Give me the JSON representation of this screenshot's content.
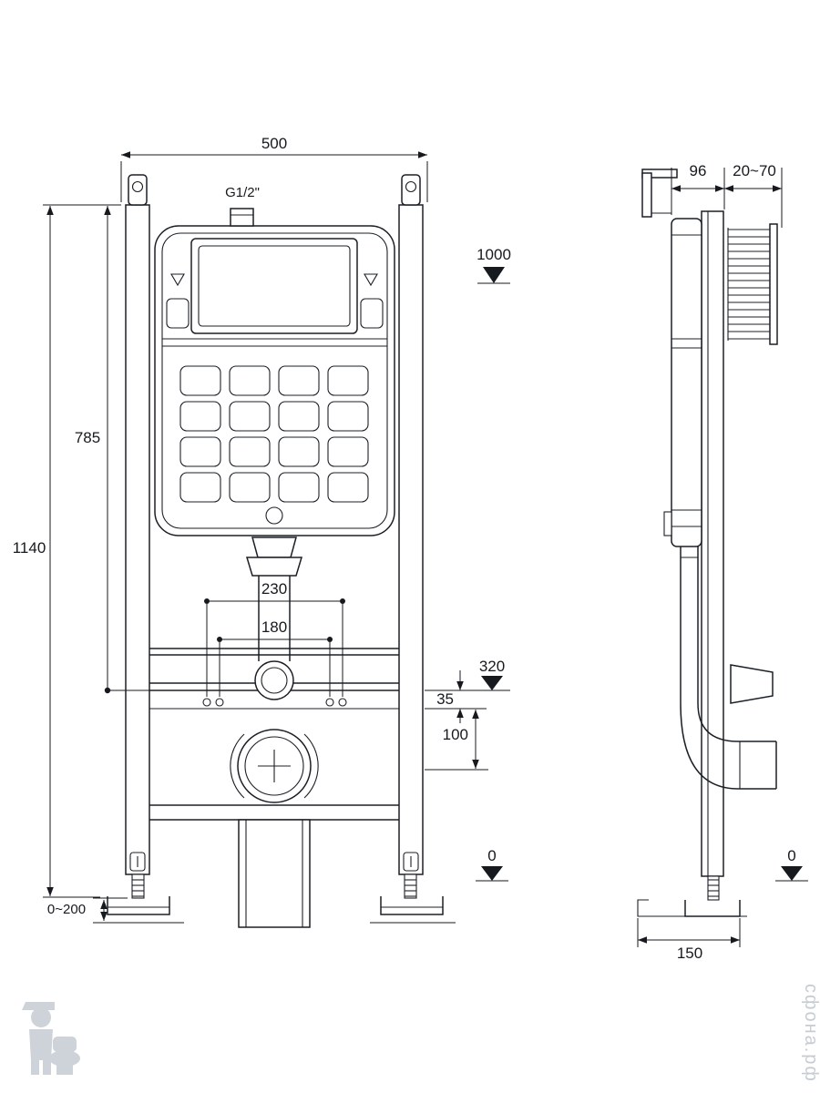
{
  "front_view": {
    "dimensions": {
      "width": "500",
      "inlet_thread": "G1/2\"",
      "height_total": "1140",
      "height_cistern": "785",
      "level_top": "1000",
      "stud_spacing_outer": "230",
      "stud_spacing_inner": "180",
      "level_anchor": "320",
      "offset_35": "35",
      "offset_100": "100",
      "level_floor": "0",
      "foot_adjust": "0~200"
    }
  },
  "side_view": {
    "dimensions": {
      "depth_frame": "96",
      "wall_clearance": "20~70",
      "base_depth": "150",
      "level_floor": "0"
    }
  },
  "watermark": {
    "site": "сфона.рф"
  }
}
